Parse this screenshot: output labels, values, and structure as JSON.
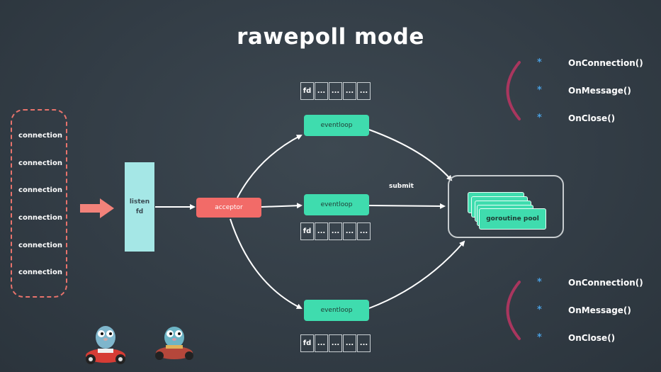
{
  "title": "rawepoll mode",
  "connections": [
    "connection",
    "connection",
    "connection",
    "connection",
    "connection",
    "connection"
  ],
  "listen_label": [
    "listen",
    "fd"
  ],
  "acceptor_label": "acceptor",
  "eventloops": [
    "eventloop",
    "eventloop",
    "eventloop"
  ],
  "fd_cells": [
    "fd",
    "...",
    "...",
    "...",
    "..."
  ],
  "submit_label": "submit",
  "pool_label": "goroutine pool",
  "callbacks_top": [
    "OnConnection()",
    "OnMessage()",
    "OnClose()"
  ],
  "callbacks_bottom": [
    "OnConnection()",
    "OnMessage()",
    "OnClose()"
  ],
  "bullet": "*",
  "colors": {
    "background": "#333d46",
    "connection_border": "#e8736c",
    "listen_fd": "#a5e7e6",
    "acceptor": "#f26b68",
    "eventloop": "#3fdcae",
    "bullet": "#4a9fe0",
    "bracket": "#a9365e"
  }
}
